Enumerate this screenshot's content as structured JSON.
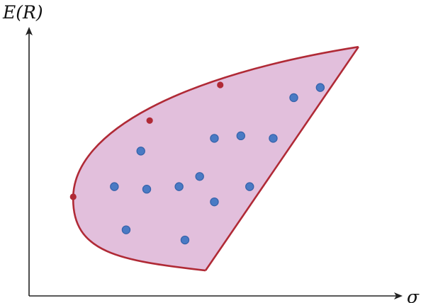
{
  "chart_data": {
    "type": "scatter",
    "title": "",
    "xlabel": "σ",
    "ylabel": "E(R)",
    "grid": false,
    "legend": "none",
    "colors": {
      "region_fill": "#e2bfdc",
      "frontier": "#b02a36",
      "points": "#4a7ac4",
      "point_edge": "#3562aa",
      "axis": "#222222"
    },
    "frontier_points": [
      {
        "x": 0.15,
        "y": 0.39
      },
      {
        "x": 0.41,
        "y": 0.69
      },
      {
        "x": 0.65,
        "y": 0.83
      }
    ],
    "region_corners": {
      "top_right": {
        "x": 1.12,
        "y": 0.98
      },
      "bottom": {
        "x": 0.6,
        "y": 0.1
      }
    },
    "points": [
      {
        "x": 0.38,
        "y": 0.57
      },
      {
        "x": 0.63,
        "y": 0.62
      },
      {
        "x": 0.72,
        "y": 0.63
      },
      {
        "x": 0.83,
        "y": 0.62
      },
      {
        "x": 0.9,
        "y": 0.78
      },
      {
        "x": 0.99,
        "y": 0.82
      },
      {
        "x": 0.29,
        "y": 0.43
      },
      {
        "x": 0.4,
        "y": 0.42
      },
      {
        "x": 0.51,
        "y": 0.43
      },
      {
        "x": 0.58,
        "y": 0.47
      },
      {
        "x": 0.63,
        "y": 0.37
      },
      {
        "x": 0.75,
        "y": 0.43
      },
      {
        "x": 0.33,
        "y": 0.26
      },
      {
        "x": 0.53,
        "y": 0.22
      }
    ]
  }
}
